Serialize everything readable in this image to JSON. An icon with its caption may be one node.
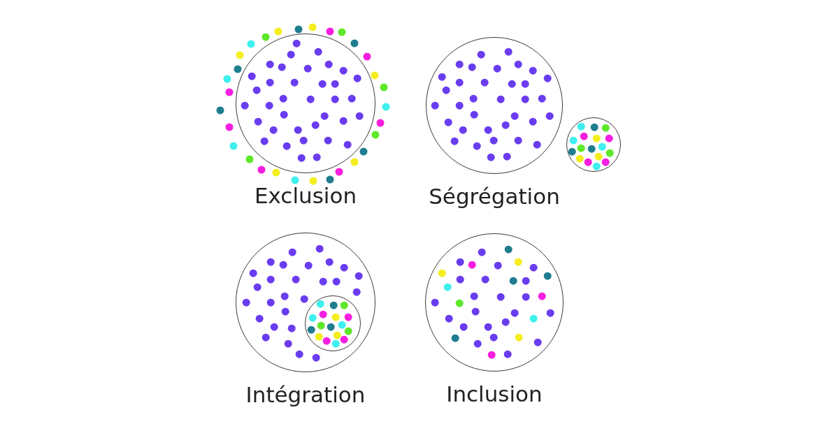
{
  "diagram": {
    "nodes": [
      {
        "text": [
          "Exclusion"
        ]
      },
      {
        "text": [
          "Ségrégation"
        ]
      },
      {
        "text": [],
        "shape": "circle"
      },
      {
        "text": [
          "Intégration"
        ]
      },
      {
        "text": [],
        "shape": "circle",
        "in": 3
      },
      {
        "text": [
          "Inclusion"
        ]
      }
    ]
  }
}
